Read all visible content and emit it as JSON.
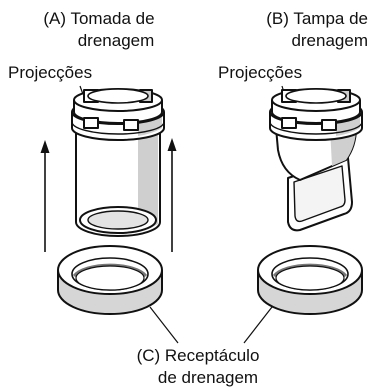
{
  "labels": {
    "a_line1": "(A) Tomada de",
    "a_line2": "drenagem",
    "a_projection": "Projecções",
    "b_line1": "(B) Tampa de",
    "b_line2": "drenagem",
    "b_projection": "Projecções",
    "c_line1": "(C) Receptáculo",
    "c_line2": "de drenagem"
  }
}
